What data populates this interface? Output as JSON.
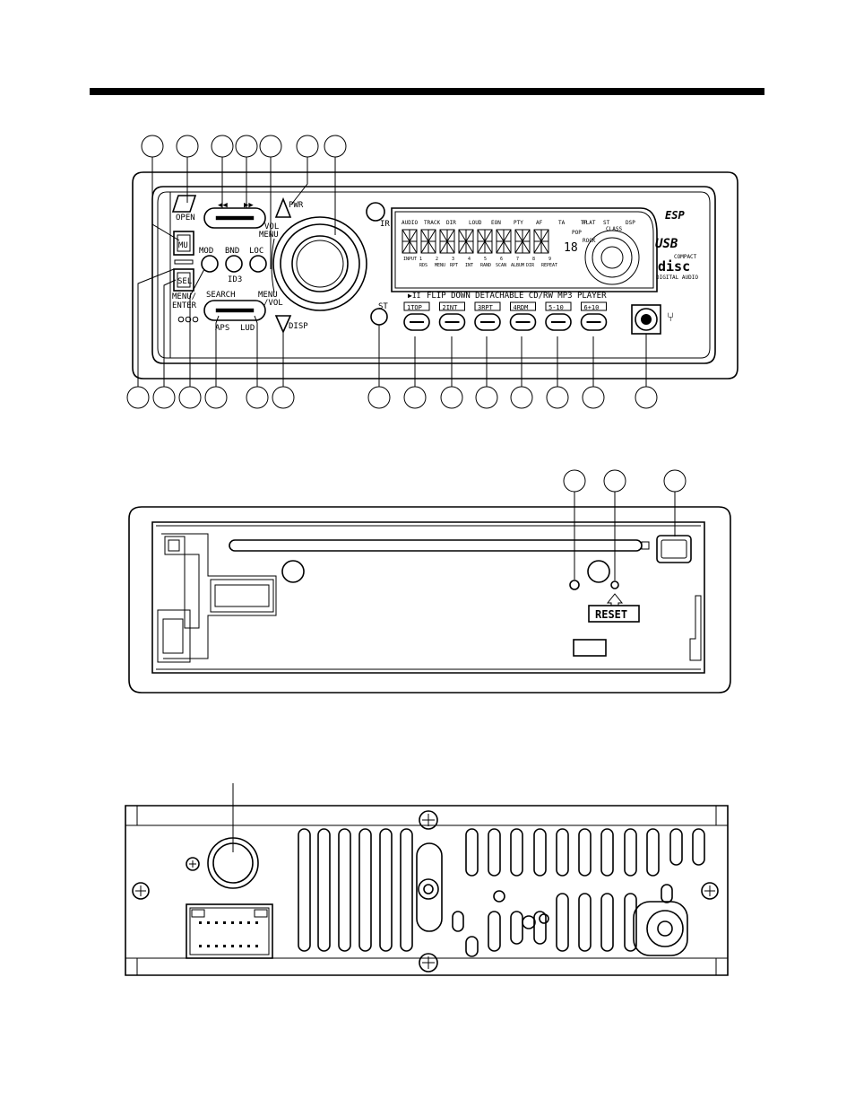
{
  "colors": {
    "ink": "#000000",
    "paper": "#ffffff"
  },
  "front": {
    "labels": {
      "open": "OPEN",
      "pwr": "PWR",
      "ir": "IR",
      "mu": "MU",
      "mod": "MOD",
      "bnd": "BND",
      "loc": "LOC",
      "vol_top": "VOL",
      "menu_top": "MENU",
      "id3": "ID3",
      "sel": "SEL",
      "menu_enter_1": "MENU/",
      "menu_enter_2": "ENTER",
      "search": "SEARCH",
      "menu_bottom": "MENU",
      "vol_bottom": "/VOL",
      "aps": "APS",
      "lud": "LUD",
      "disp": "DISP",
      "st": "ST",
      "play_pause": "▶II",
      "product_line": "FLIP DOWN DETACHABLE CD/RW MP3 PLAYER",
      "brand": "ESP",
      "usb": "USB",
      "compact": "COMPACT",
      "disc": "disc",
      "digital_audio": "DIGITAL AUDIO"
    },
    "preset_buttons": [
      "1TOP",
      "2INT",
      "3RPT",
      "4RDM",
      "5-10",
      "6+10"
    ],
    "lcd": {
      "top_indicators": [
        "AUDIO",
        "TRACK",
        "DIR",
        "LOUD",
        "EON",
        "PTY",
        "AF",
        "TA",
        "TP",
        "ST",
        "DSP"
      ],
      "eq_labels": [
        "FLAT",
        "POP",
        "CLASS",
        "ROCK"
      ],
      "number_row": [
        "INPUT",
        "1",
        "2",
        "3",
        "4",
        "5",
        "6",
        "7",
        "8",
        "9"
      ],
      "bottom_indicators": [
        "RDS",
        "MENU",
        "RPT",
        "INT",
        "RAND",
        "SCAN",
        "ALBUM",
        "DIR",
        "REPEAT"
      ],
      "digits": "18"
    }
  },
  "inner": {
    "reset_label": "RESET"
  }
}
